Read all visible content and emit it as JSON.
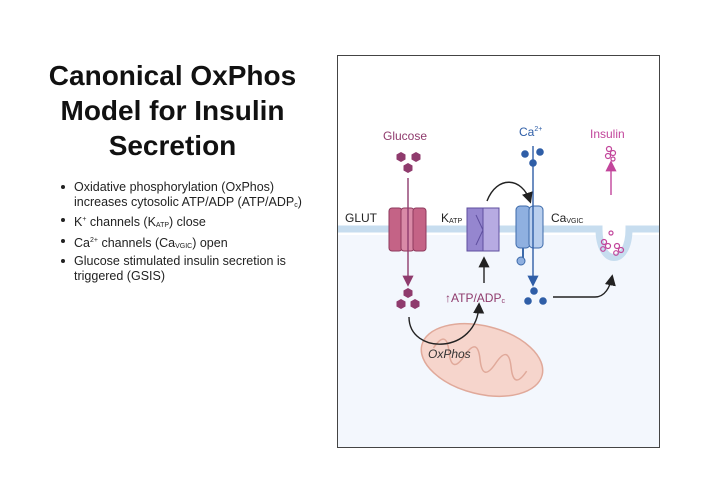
{
  "title": "Canonical OxPhos Model for Insulin Secretion",
  "bullets": [
    [
      "Oxidative phosphorylation (OxPhos) increases cytosolic ATP/ADP (ATP/ADP",
      "c",
      ")"
    ],
    [
      "K",
      "+",
      " channels (K",
      "ATP",
      ") close"
    ],
    [
      "Ca",
      "2+",
      " channels (Ca",
      "VGIC",
      ") open"
    ],
    [
      "Glucose stimulated insulin secretion is triggered (GSIS)"
    ]
  ],
  "diagram": {
    "glucose_label": "Glucose",
    "insulin_label": "Insulin",
    "ca_label": "Ca",
    "ca_sup": "2+",
    "glut_label": "GLUT",
    "katp_label": "K",
    "katp_sub": "ATP",
    "cavgic_label": "Ca",
    "cavgic_sub": "VGIC",
    "atp_adp_label": "↑ATP/ADP",
    "atp_adp_sub": "c",
    "oxphos_label": "OxPhos",
    "colors": {
      "glucose": "#8f3b6d",
      "calcium": "#2f5ea7",
      "insulin": "#c2459b",
      "membrane": "#c7ddef",
      "cytosol": "#f3f7fd",
      "glut": "#c46386",
      "katp": "#9586cf",
      "cavgic": "#8fb0e0",
      "mito": "#f6d5cc"
    }
  }
}
